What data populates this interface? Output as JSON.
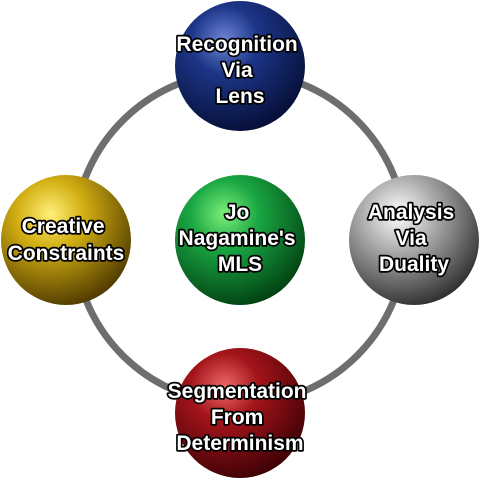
{
  "diagram": {
    "center": {
      "label": [
        "Jo",
        "Nagamine's",
        "MLS"
      ],
      "color": "#0b8a34"
    },
    "nodes": {
      "top": {
        "label": [
          "Recognition",
          "Via",
          "Lens"
        ],
        "color": "#1a2f7a"
      },
      "right": {
        "label": [
          "Analysis",
          "Via",
          "Duality"
        ],
        "color": "#8a8a8a"
      },
      "bottom": {
        "label": [
          "Segmentation",
          "From",
          "Determinism"
        ],
        "color": "#8e0f12"
      },
      "left": {
        "label": [
          "Creative",
          "Constraints"
        ],
        "color": "#b99a0c"
      }
    },
    "ring_color": "#6e6e6e"
  }
}
